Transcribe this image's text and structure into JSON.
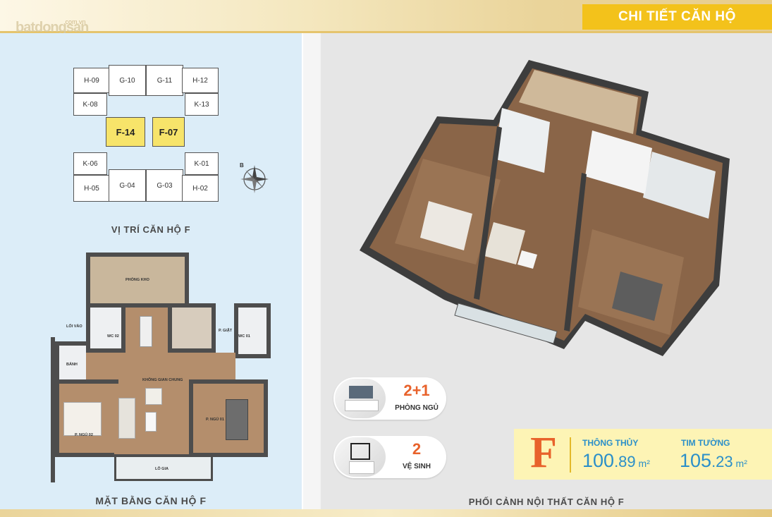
{
  "watermark": {
    "text": "batdongsan",
    "suffix": ".com.vn"
  },
  "header": {
    "title": "CHI TIẾT CĂN HỘ"
  },
  "key_plan": {
    "units": {
      "h09": "H-09",
      "g10": "G-10",
      "g11": "G-11",
      "h12": "H-12",
      "k08": "K-08",
      "k13": "K-13",
      "f14": "F-14",
      "f07": "F-07",
      "k06": "K-06",
      "k01": "K-01",
      "h05": "H-05",
      "g04": "G-04",
      "g03": "G-03",
      "h02": "H-02"
    },
    "compass_letter": "B",
    "caption": "VỊ TRÍ CĂN HỘ F",
    "highlight_color": "#f7e46a"
  },
  "floor_plan": {
    "labels": {
      "storage": "PHÒNG KHO",
      "entrance": "LỐI VÀO",
      "shoe": "BÁNH",
      "wc02": "WC 02",
      "laundry": "P. GIẶT",
      "wc01": "WC 01",
      "common": "KHÔNG GIAN CHUNG",
      "bed02": "P. NGỦ 02",
      "bed01": "P. NGỦ 01",
      "loggia": "LÔ GIA"
    },
    "caption": "MẶT BẰNG CĂN HỘ F"
  },
  "render": {
    "caption": "PHỐI CẢNH NỘI THẤT CĂN HỘ F"
  },
  "stats": {
    "bedrooms": {
      "value": "2+1",
      "label": "PHÒNG NGỦ"
    },
    "bathrooms": {
      "value": "2",
      "label": "VỆ SINH"
    }
  },
  "area": {
    "letter": "F",
    "clear_title": "THÔNG THỦY",
    "clear_int": "100",
    "clear_dec": ".89",
    "clear_unit": " m²",
    "wall_title": "TIM TƯỜNG",
    "wall_int": "105",
    "wall_dec": ".23",
    "wall_unit": " m²"
  },
  "colors": {
    "accent_yellow": "#f3c21b",
    "accent_orange": "#e8622b",
    "accent_blue": "#2b8fc9",
    "panel_blue": "#dcedf8"
  }
}
